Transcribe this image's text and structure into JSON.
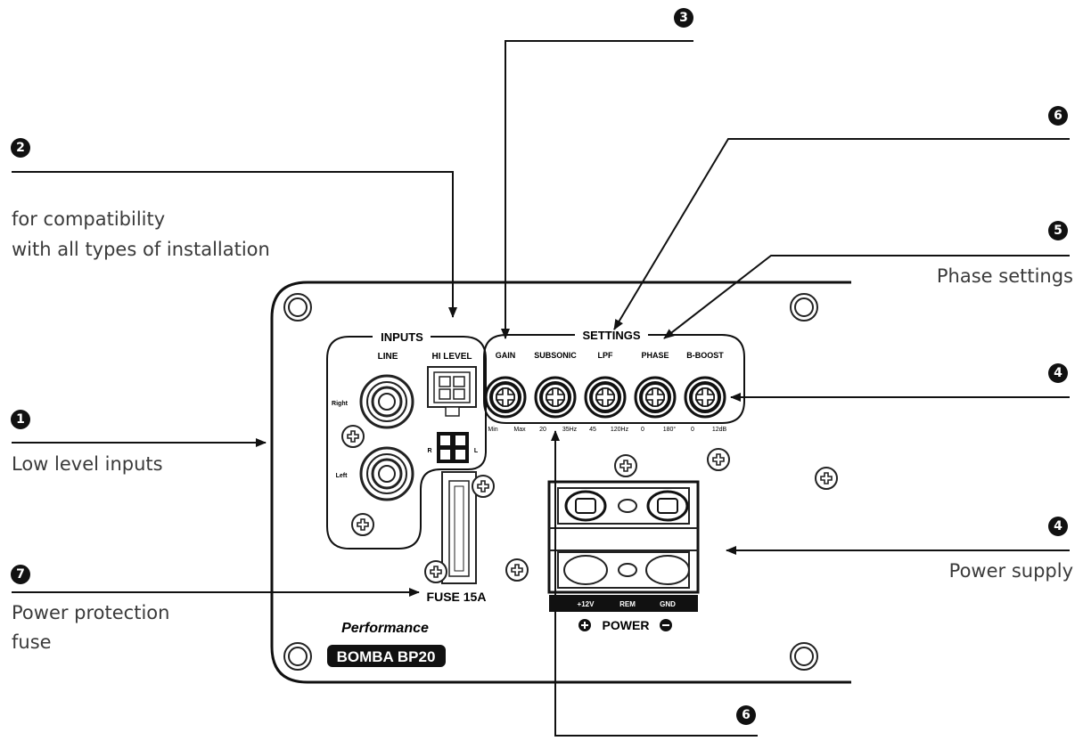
{
  "callouts": {
    "c1": {
      "number": "1",
      "text": "Low level inputs"
    },
    "c2": {
      "number": "2",
      "line1": "for compatibility",
      "line2": "with all types of installation"
    },
    "c3": {
      "number": "3"
    },
    "c4a": {
      "number": "4"
    },
    "c4b": {
      "number": "4",
      "text": "Power supply"
    },
    "c5": {
      "number": "5",
      "text": "Phase settings"
    },
    "c6a": {
      "number": "6"
    },
    "c6b": {
      "number": "6"
    },
    "c7": {
      "number": "7",
      "line1": "Power protection",
      "line2": "fuse"
    }
  },
  "panel": {
    "inputs_title": "INPUTS",
    "line_label": "LINE",
    "hilevel_label": "HI LEVEL",
    "right_label": "Right",
    "left_label": "Left",
    "r_label": "R",
    "l_label": "L",
    "settings_title": "SETTINGS",
    "knobs": [
      {
        "name": "GAIN",
        "min": "Min",
        "max": "Max"
      },
      {
        "name": "SUBSONIC",
        "min": "20",
        "max": "35Hz"
      },
      {
        "name": "LPF",
        "min": "45",
        "max": "120Hz"
      },
      {
        "name": "PHASE",
        "min": "0",
        "max": "180°"
      },
      {
        "name": "B-BOOST",
        "min": "0",
        "max": "12dB"
      }
    ],
    "fuse_label": "FUSE 15A",
    "terminals": [
      "+12V",
      "REM",
      "GND"
    ],
    "power_label": "POWER",
    "brand": "Performance",
    "model": "BOMBA BP20"
  }
}
